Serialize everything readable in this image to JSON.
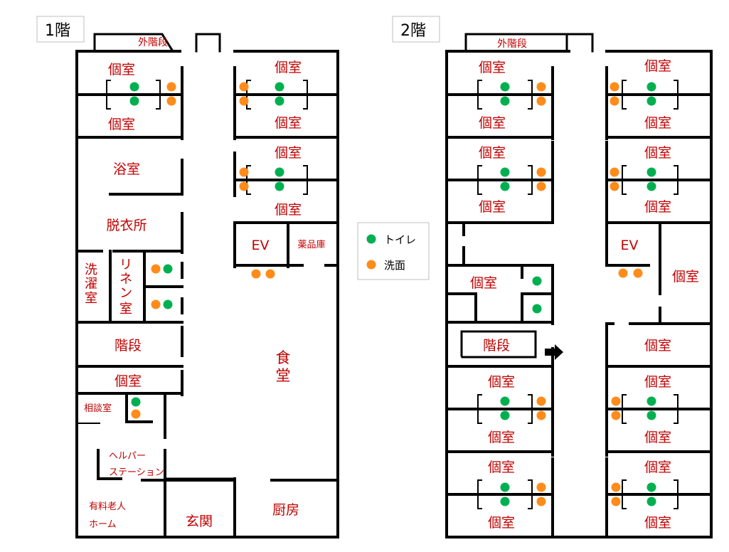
{
  "floors": [
    {
      "label": "1階"
    },
    {
      "label": "2階"
    }
  ],
  "colors": {
    "wall": "#000000",
    "room_text": "#c00000",
    "toilet": "#00b050",
    "washbasin": "#ff8c1a",
    "label_border": "#bfbfbf"
  },
  "legend": {
    "toilet": "トイレ",
    "washbasin": "洗面"
  },
  "floor1": {
    "outdoor_stairs": "外階段",
    "room_a_top": "個室",
    "room_a_bottom": "個室",
    "bath": "浴室",
    "dressing": "脱衣所",
    "laundry": "洗濯室",
    "linen": "リネン室",
    "stairs": "階段",
    "room_single": "個室",
    "consultation": "相談室",
    "helper_1": "ヘルパー",
    "helper_2": "ステーション",
    "nursing_1": "有料老人",
    "nursing_2": "ホーム",
    "entrance": "玄関",
    "room_b_top": "個室",
    "room_b_bottom": "個室",
    "room_c_top": "個室",
    "room_c_bottom": "個室",
    "ev": "EV",
    "medicine": "薬品庫",
    "dining": "食堂",
    "kitchen": "厨房"
  },
  "floor2": {
    "outdoor_stairs": "外階段",
    "l1_top": "個室",
    "l1_bottom": "個室",
    "l2_top": "個室",
    "l2_bottom": "個室",
    "l3": "個室",
    "stairs": "階段",
    "l4_top": "個室",
    "l4_bottom": "個室",
    "l5_top": "個室",
    "l5_bottom": "個室",
    "r1_top": "個室",
    "r1_bottom": "個室",
    "r2_top": "個室",
    "r2_bottom": "個室",
    "ev": "EV",
    "r3": "個室",
    "r4": "個室",
    "r5_top": "個室",
    "r5_bottom": "個室",
    "r6_top": "個室",
    "r6_bottom": "個室"
  }
}
